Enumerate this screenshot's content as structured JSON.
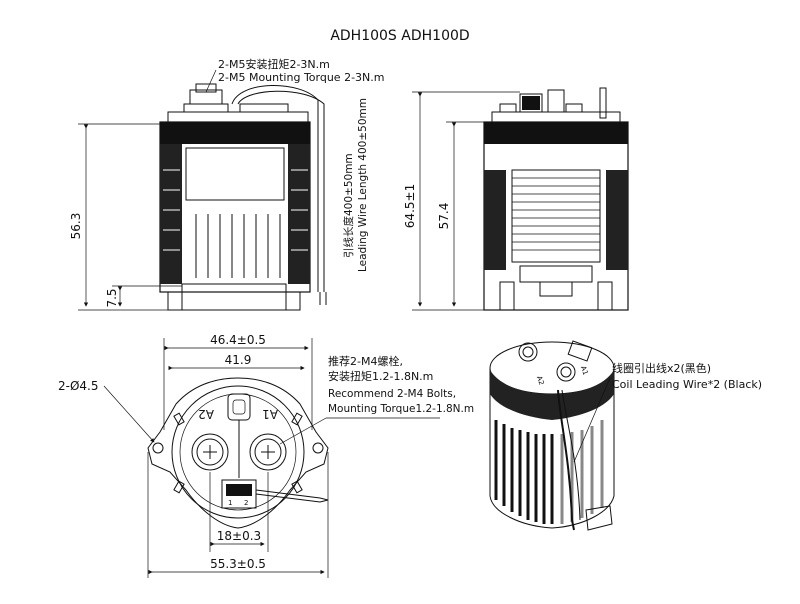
{
  "title": "ADH100S ADH100D",
  "top_note": {
    "line1": "2-M5安装扭矩2-3N.m",
    "line2": "2-M5 Mounting Torque 2-3N.m"
  },
  "front_view": {
    "dim_height": "56.3",
    "dim_base": "7.5",
    "wire_length_cn": "引线长度400±50mm",
    "wire_length_en": "Leading Wire Length 400±50mm"
  },
  "side_view": {
    "dim_total": "64.5±1",
    "dim_body": "57.4"
  },
  "bottom_view": {
    "dim_width": "46.4±0.5",
    "dim_inner": "41.9",
    "dim_holes": "2-Ø4.5",
    "dim_pitch": "18±0.3",
    "dim_flange": "55.3±0.5",
    "terminal_left": "A2",
    "terminal_right": "A1",
    "note_line1": "推荐2-M4螺栓,",
    "note_line2": "安装扭矩1.2-1.8N.m",
    "note_line3": "Recommend 2-M4 Bolts,",
    "note_line4": "Mounting Torque1.2-1.8N.m",
    "connector_pin1": "1",
    "connector_pin2": "2"
  },
  "iso_view": {
    "label_cn": "线圈引出线x2(黑色)",
    "label_en": "Coil Leading Wire*2 (Black)",
    "terminal_a1": "A1",
    "terminal_a2": "A2"
  }
}
